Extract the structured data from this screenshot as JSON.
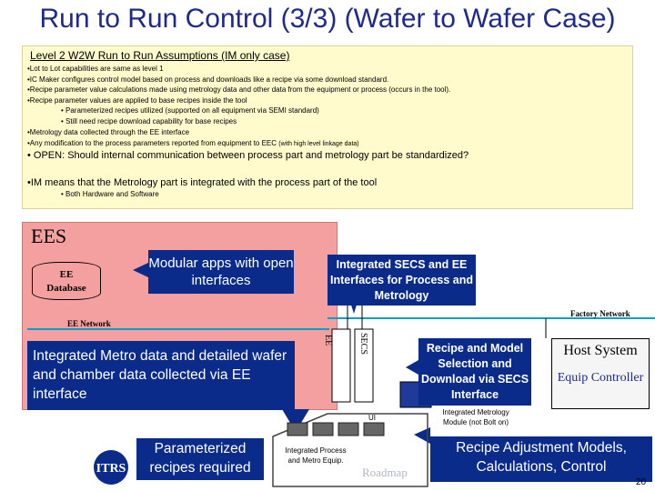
{
  "title": "Run to Run Control (3/3) (Wafer to Wafer Case)",
  "assumptions": {
    "heading": "Level 2 W2W Run to Run Assumptions (IM only case)",
    "bullets": [
      "•Lot to Lot capabilities are same as level 1",
      "•IC Maker configures control model based on process and downloads like a recipe via some download standard.",
      "•Recipe parameter value calculations made using metrology data and other data from the equipment or process (occurs in the tool).",
      "•Recipe parameter values are applied to base recipes inside the tool",
      "•  Parameterized recipes utilized (supported on all equipment via SEMI standard)",
      "•  Still need recipe download capability for base recipes",
      "•Metrology data collected through the EE interface"
    ],
    "bullet_modification": "•Any modification to the process parameters reported from equipment to EEC",
    "bullet_modification_note": "(with high level linkage data)",
    "open_question": "• OPEN: Should internal communication between process part and metrology part be standardized?",
    "im_note": "•IM means that the Metrology part is integrated with the process part of the tool",
    "im_sub": "•  Both Hardware and Software"
  },
  "diagram": {
    "ees_label": "EES",
    "ee_database_line1": "EE",
    "ee_database_line2": "Database",
    "modular_callout": "Modular apps with open interfaces",
    "integrated_secs_callout": "Integrated SECS and EE Interfaces for Process and Metrology",
    "factory_network": "Factory Network",
    "ee_network": "EE Network",
    "metro_callout": "Integrated Metro data and detailed wafer and chamber data collected via EE interface",
    "ee_vertical": "EE",
    "secs_vertical": "SECS",
    "recipe_callout": "Recipe and Model Selection and Download via SECS Interface",
    "host_title": "Host System",
    "host_sub": "Equip Controller",
    "ui_label": "UI",
    "integrated_metrology_module": "Integrated Metrology Module (not Bolt on)",
    "parameterized_callout": "Parameterized recipes required",
    "integrated_process_metro": "Integrated Process and Metro Equip.",
    "itrs_logo": "ITRS",
    "roadmap_watermark": "Roadmap",
    "recipe_adjust_callout": "Recipe Adjustment Models, Calculations, Control",
    "page_number": "20"
  },
  "colors": {
    "title": "#1e2a8c",
    "assumption_bg": "#fffbcc",
    "ees_bg": "#f5a0a0",
    "callout_bg": "#0b2b8a",
    "callout_text": "#ffffff",
    "network_line": "#00a0c8"
  }
}
